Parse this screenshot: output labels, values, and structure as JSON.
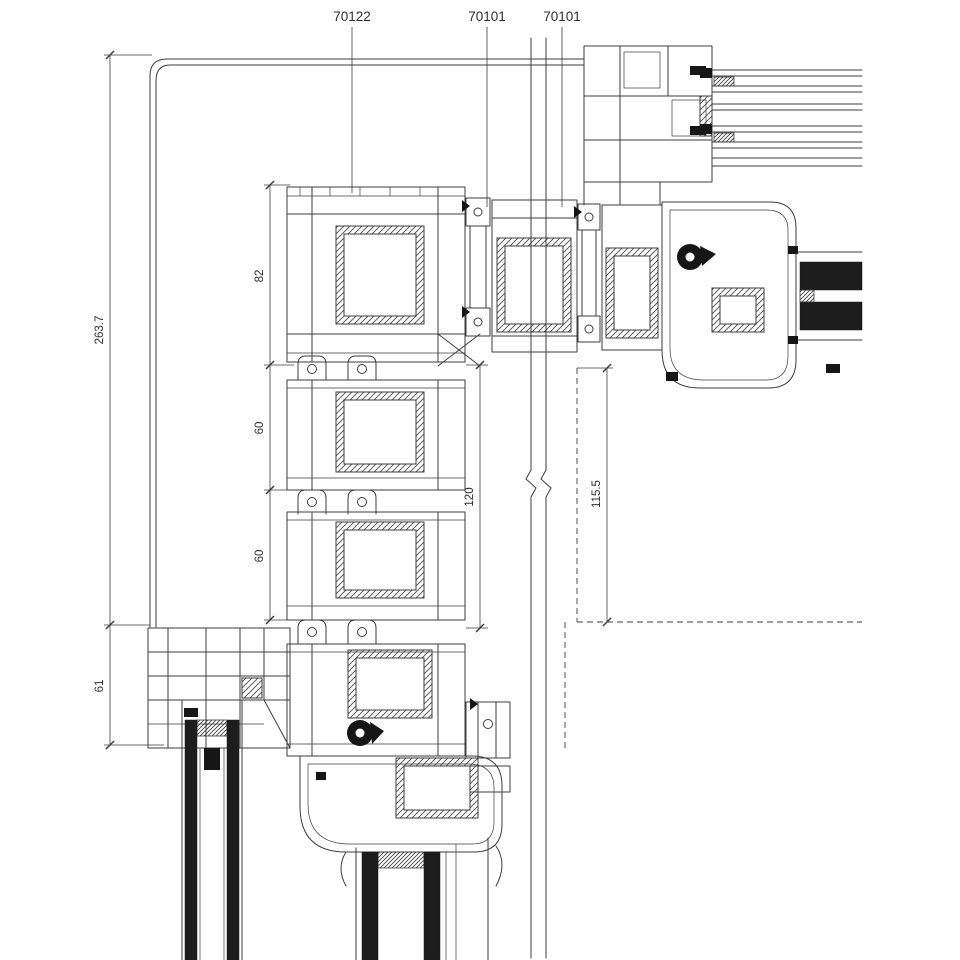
{
  "figure": {
    "part_labels": {
      "mullion": "70122",
      "coupler_a": "70101",
      "coupler_b": "70101"
    },
    "dimensions": {
      "overall_height": "263.7",
      "top_segment": "82",
      "mid_segment_a": "60",
      "mid_segment_b": "60",
      "sill_height": "61",
      "inner_span": "120",
      "offset_span": "115.5"
    },
    "colors": {
      "line": "#3d3d3d",
      "text": "#2e2e2e",
      "background": "#ffffff",
      "glass_fill": "#1d1d1d"
    }
  }
}
